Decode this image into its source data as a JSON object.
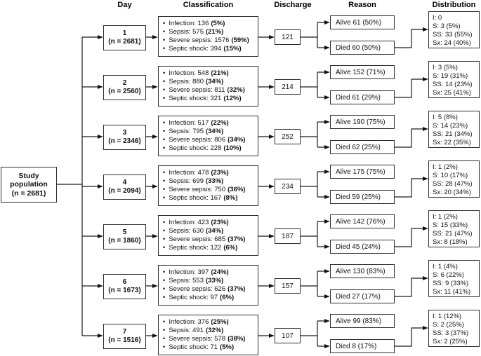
{
  "headers": {
    "day": "Day",
    "classification": "Classification",
    "discharge": "Discharge",
    "reason": "Reason",
    "distribution": "Distribution"
  },
  "study_population": {
    "title": "Study population",
    "n": "(n = 2681)"
  },
  "rows": [
    {
      "day": "1",
      "n": "(n = 2681)",
      "classification": [
        {
          "text": "Infection: 136",
          "pct": "(5%)"
        },
        {
          "text": "Sepsis: 575",
          "pct": "(21%)"
        },
        {
          "text": "Severe sepsis: 1576",
          "pct": "(59%)"
        },
        {
          "text": "Septic shock: 394",
          "pct": "(15%)"
        }
      ],
      "discharge": "121",
      "alive": "Alive 61 (50%)",
      "died": "Died 60 (50%)",
      "distribution": [
        "I: 0",
        "S: 3 (5%)",
        "SS: 33 (55%)",
        "Sx: 24 (40%)"
      ]
    },
    {
      "day": "2",
      "n": "(n = 2560)",
      "classification": [
        {
          "text": "Infection: 548",
          "pct": "(21%)"
        },
        {
          "text": "Sepsis: 880",
          "pct": "(34%)"
        },
        {
          "text": "Severe sepsis: 811",
          "pct": "(32%)"
        },
        {
          "text": "Septic shock: 321",
          "pct": "(12%)"
        }
      ],
      "discharge": "214",
      "alive": "Alive 152 (71%)",
      "died": "Died 61 (29%)",
      "distribution": [
        "I: 3 (5%)",
        "S: 19 (31%)",
        "SS: 14 (23%)",
        "Sx: 25 (41%)"
      ]
    },
    {
      "day": "3",
      "n": "(n = 2346)",
      "classification": [
        {
          "text": "Infection: 517",
          "pct": "(22%)"
        },
        {
          "text": "Sepsis: 795",
          "pct": "(34%)"
        },
        {
          "text": "Severe sepsis: 806",
          "pct": "(34%)"
        },
        {
          "text": "Septic shock: 228",
          "pct": "(10%)"
        }
      ],
      "discharge": "252",
      "alive": "Alive 190 (75%)",
      "died": "Died 62 (25%)",
      "distribution": [
        "I: 5 (8%)",
        "S: 14 (23%)",
        "SS: 21 (34%)",
        "Sx: 22 (35%)"
      ]
    },
    {
      "day": "4",
      "n": "(n = 2094)",
      "classification": [
        {
          "text": "Infection: 478",
          "pct": "(23%)"
        },
        {
          "text": "Sepsis: 699",
          "pct": "(33%)"
        },
        {
          "text": "Severe sepsis: 750",
          "pct": "(36%)"
        },
        {
          "text": "Septic shock: 167",
          "pct": "(8%)"
        }
      ],
      "discharge": "234",
      "alive": "Alive 175 (75%)",
      "died": "Died 59 (25%)",
      "distribution": [
        "I: 1 (2%)",
        "S: 10 (17%)",
        "SS: 28 (47%)",
        "Sx: 20 (34%)"
      ]
    },
    {
      "day": "5",
      "n": "(n = 1860)",
      "classification": [
        {
          "text": "Infection: 423",
          "pct": "(23%)"
        },
        {
          "text": "Sepsis: 630",
          "pct": "(34%)"
        },
        {
          "text": "Severe sepsis: 685",
          "pct": "(37%)"
        },
        {
          "text": "Septic shock: 122",
          "pct": "(6%)"
        }
      ],
      "discharge": "187",
      "alive": "Alive 142 (76%)",
      "died": "Died 45 (24%)",
      "distribution": [
        "I: 1 (2%)",
        "S: 15 (33%)",
        "SS: 21 (47%)",
        "Sx: 8 (18%)"
      ]
    },
    {
      "day": "6",
      "n": "(n = 1673)",
      "classification": [
        {
          "text": "Infection: 397",
          "pct": "(24%)"
        },
        {
          "text": "Sepsis: 553",
          "pct": "(33%)"
        },
        {
          "text": "Severe sepsis: 626",
          "pct": "(37%)"
        },
        {
          "text": "Septic shock: 97",
          "pct": "(6%)"
        }
      ],
      "discharge": "157",
      "alive": "Alive 130 (83%)",
      "died": "Died 27 (17%)",
      "distribution": [
        "I: 1 (4%)",
        "S: 6 (22%)",
        "SS: 9 (33%)",
        "Sx: 11 (41%)"
      ]
    },
    {
      "day": "7",
      "n": "(n = 1516)",
      "classification": [
        {
          "text": "Infection: 376",
          "pct": "(25%)"
        },
        {
          "text": "Sepsis: 491",
          "pct": "(32%)"
        },
        {
          "text": "Severe sepsis: 578",
          "pct": "(38%)"
        },
        {
          "text": "Septic shock: 71",
          "pct": "(5%)"
        }
      ],
      "discharge": "107",
      "alive": "Alive 99 (83%)",
      "died": "Died 8 (17%)",
      "distribution": [
        "I: 1 (12%)",
        "S: 2 (25%)",
        "SS: 3 (37%)",
        "Sx: 2 (25%)"
      ]
    }
  ]
}
